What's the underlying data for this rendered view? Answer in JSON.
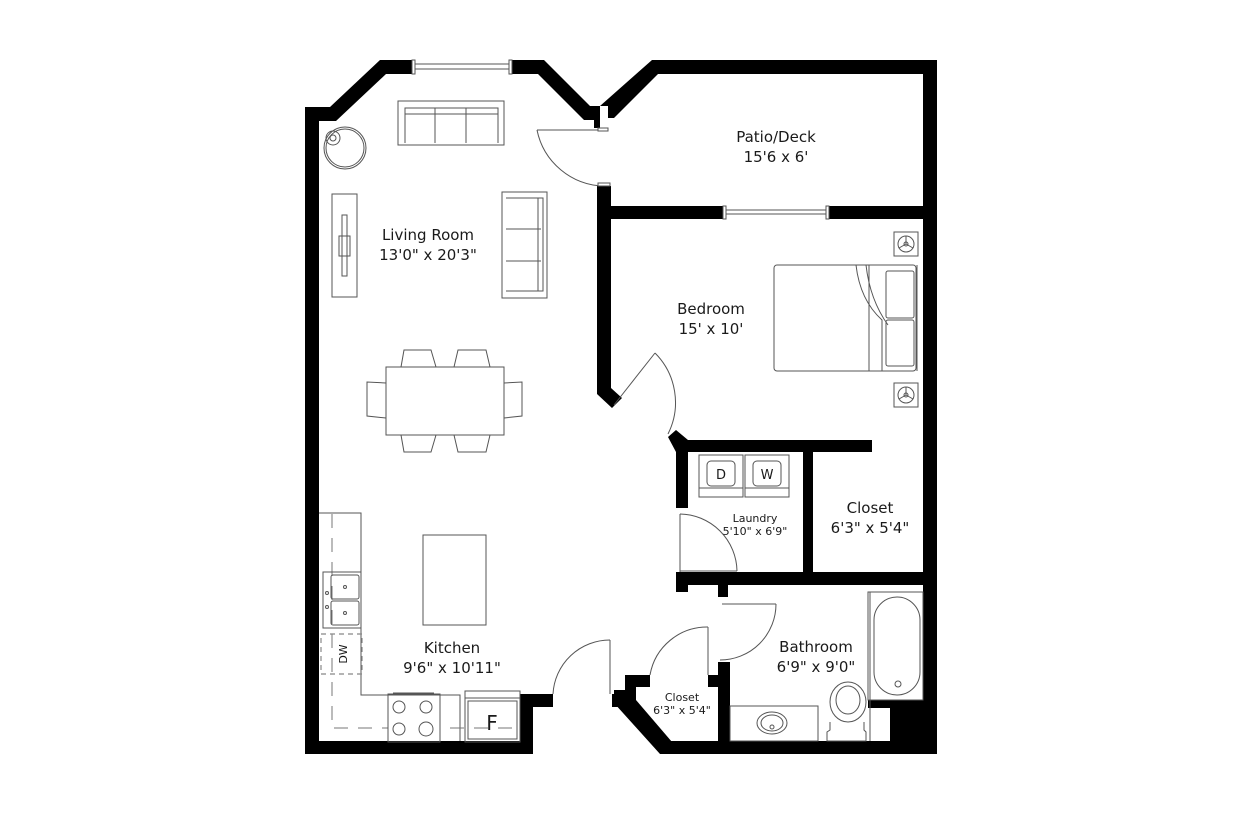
{
  "floor_plan": {
    "rooms": [
      {
        "id": "living-room",
        "name": "Living Room",
        "dimensions": "13'0\" x 20'3\""
      },
      {
        "id": "patio-deck",
        "name": "Patio/Deck",
        "dimensions": "15'6 x 6'"
      },
      {
        "id": "bedroom",
        "name": "Bedroom",
        "dimensions": "15' x 10'"
      },
      {
        "id": "laundry",
        "name": "Laundry",
        "dimensions": "5'10\" x 6'9\""
      },
      {
        "id": "closet-bedroom",
        "name": "Closet",
        "dimensions": "6'3\" x 5'4\""
      },
      {
        "id": "bathroom",
        "name": "Bathroom",
        "dimensions": "6'9\" x 9'0\""
      },
      {
        "id": "closet-hall",
        "name": "Closet",
        "dimensions": "6'3\" x 5'4\""
      },
      {
        "id": "kitchen",
        "name": "Kitchen",
        "dimensions": "9'6\" x 10'11\""
      }
    ],
    "appliance_labels": {
      "dryer": "D",
      "washer": "W",
      "dishwasher": "DW",
      "fridge": "F"
    },
    "colors": {
      "wall": "#000000",
      "fixture_line": "#555555",
      "background": "#ffffff"
    }
  }
}
